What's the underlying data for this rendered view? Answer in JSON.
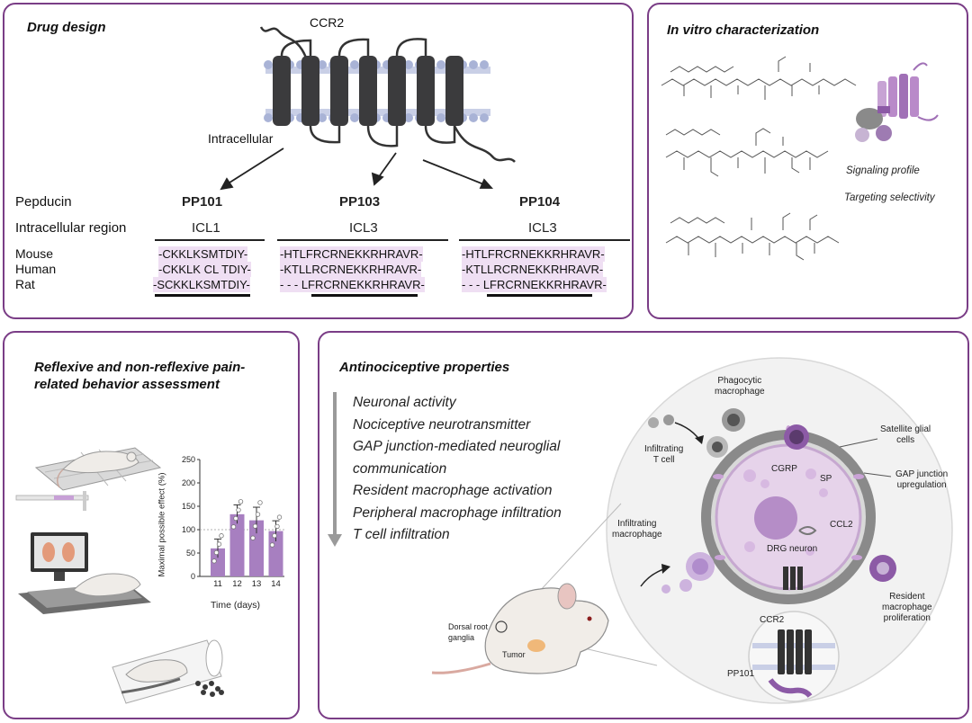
{
  "panels": {
    "drug_design": {
      "title": "Drug design",
      "ccr2_label": "CCR2",
      "intracellular_label": "Intracellular",
      "row_labels": {
        "pepducin": "Pepducin",
        "region": "Intracellular region",
        "mouse": "Mouse",
        "human": "Human",
        "rat": "Rat"
      },
      "pepducins": [
        {
          "name": "PP101",
          "region": "ICL1",
          "mouse": "-CKKLKSMTDIY-",
          "human": "-CKKLK CL TDIY-",
          "rat": "-SCKKLKSMTDIY-"
        },
        {
          "name": "PP103",
          "region": "ICL3",
          "mouse": "-HTLFRCRNEKKRHRAVR-",
          "human": "-KTLLRCRNEKKRHRAVR-",
          "rat": "- - - LFRCRNEKKRHRAVR-"
        },
        {
          "name": "PP104",
          "region": "ICL3",
          "mouse": "-HTLFRCRNEKKRHRAVR-",
          "human": "-KTLLRCRNEKKRHRAVR-",
          "rat": "- - - LFRCRNEKKRHRAVR-"
        }
      ]
    },
    "in_vitro": {
      "title": "In vitro characterization",
      "items": [
        "Signaling profile",
        "Targeting selectivity"
      ]
    },
    "reflexive": {
      "title_line1": "Reflexive and non-reflexive pain-",
      "title_line2": "related behavior assessment"
    },
    "antinociceptive": {
      "title": "Antinociceptive properties",
      "properties": [
        "Neuronal activity",
        "Nociceptive neurotransmitter",
        "GAP junction-mediated neuroglial",
        "communication",
        "Resident macrophage activation",
        "Peripheral macrophage infiltration",
        "T cell infiltration"
      ],
      "labels": {
        "phagocytic": [
          "Phagocytic",
          "macrophage"
        ],
        "satellite": [
          "Satellite glial",
          "cells"
        ],
        "infiltrating_t": [
          "Infiltrating",
          "T cell"
        ],
        "gap": [
          "GAP junction",
          "upregulation"
        ],
        "cgrp": "CGRP",
        "sp": "SP",
        "ccl2": "CCL2",
        "drg": "DRG neuron",
        "infiltrating_mac": [
          "Infiltrating",
          "macrophage"
        ],
        "resident": [
          "Resident",
          "macrophage",
          "proliferation"
        ],
        "dorsal": [
          "Dorsal root",
          "ganglia"
        ],
        "tumor": "Tumor",
        "ccr2": "CCR2",
        "pp101": "PP101"
      }
    }
  },
  "chart_data": {
    "type": "bar",
    "categories": [
      "11",
      "12",
      "13",
      "14"
    ],
    "values": [
      60,
      133,
      120,
      97
    ],
    "errors": [
      20,
      20,
      28,
      22
    ],
    "xlabel": "Time (days)",
    "ylabel": "Maximal possible effect (%)",
    "ylim": [
      0,
      250
    ],
    "yticks": [
      0,
      50,
      100,
      150,
      200,
      250
    ],
    "reference_line": 100,
    "bar_color": "#a77fc0"
  },
  "colors": {
    "panel_border": "#7a3d86",
    "highlight": "#efdff3",
    "purple": "#a77fc0"
  }
}
